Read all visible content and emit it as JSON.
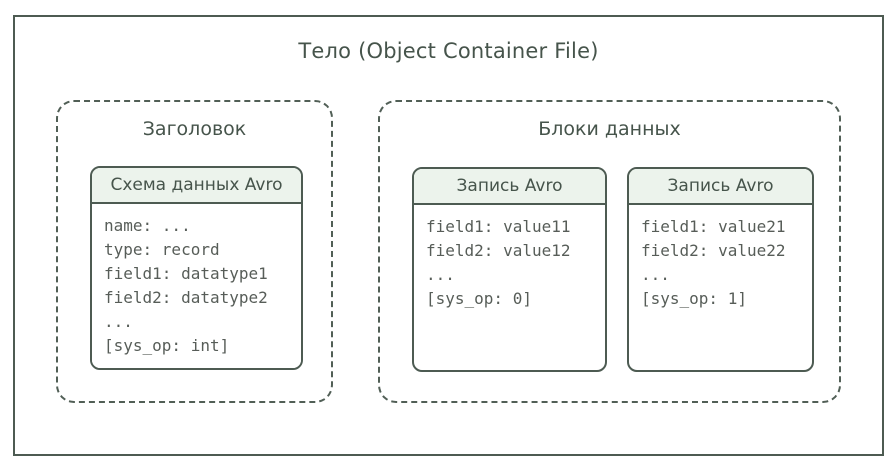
{
  "diagram": {
    "title": "Тело (Object Container File)",
    "colors": {
      "border": "#4d5b52",
      "dashed_border": "#515f56",
      "card_header_bg": "#ecf3ec",
      "label_text": "#46544b",
      "mono_text": "#575d58",
      "background": "#ffffff"
    },
    "sections": [
      {
        "id": "header",
        "title": "Заголовок",
        "cards": [
          {
            "title": "Схема данных Avro",
            "lines": [
              "name: ...",
              "type: record",
              "field1: datatype1",
              "field2: datatype2",
              "...",
              "[sys_op: int]"
            ]
          }
        ]
      },
      {
        "id": "data-blocks",
        "title": "Блоки данных",
        "cards": [
          {
            "title": "Запись Avro",
            "lines": [
              "field1: value11",
              "field2: value12",
              "...",
              "[sys_op: 0]"
            ]
          },
          {
            "title": "Запись Avro",
            "lines": [
              "field1: value21",
              "field2: value22",
              "...",
              "[sys_op: 1]"
            ]
          }
        ]
      }
    ]
  }
}
